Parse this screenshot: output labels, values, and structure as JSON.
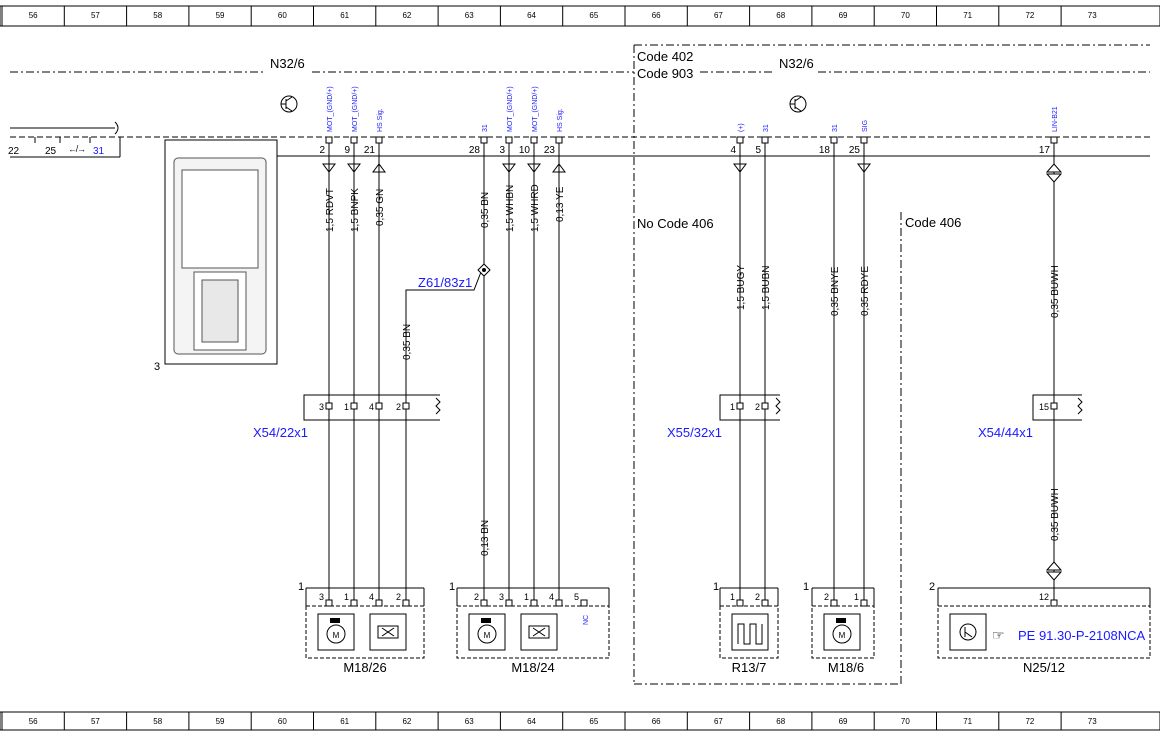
{
  "ruler": [
    "56",
    "57",
    "58",
    "59",
    "60",
    "61",
    "62",
    "63",
    "64",
    "65",
    "66",
    "67",
    "68",
    "69",
    "70",
    "71",
    "72",
    "73"
  ],
  "control_unit": "N32/6",
  "codes": {
    "code402": "Code 402",
    "code903": "Code 903",
    "no406": "No Code 406",
    "code406": "Code 406"
  },
  "left_connector": {
    "pins": [
      "22",
      "25",
      "31"
    ],
    "ref": "3"
  },
  "top_pins": [
    {
      "label": "MOT_(GND/+)",
      "pin": "2"
    },
    {
      "label": "MOT_(GND/+)",
      "pin": "9"
    },
    {
      "label": "HS Sig.",
      "pin": "21"
    },
    {
      "label": "31",
      "pin": "28"
    },
    {
      "label": "MOT_(GND/+)",
      "pin": "3"
    },
    {
      "label": "MOT_(GND/+)",
      "pin": "10"
    },
    {
      "label": "HS Sig.",
      "pin": "23"
    },
    {
      "label": "(+)",
      "pin": "4"
    },
    {
      "label": "31",
      "pin": "5"
    },
    {
      "label": "31",
      "pin": "18"
    },
    {
      "label": "SIG",
      "pin": "25"
    },
    {
      "label": "LIN-B21",
      "pin": "17"
    }
  ],
  "wires_upper": [
    "1,5 RDVT",
    "1,5 BNPK",
    "0,35 GN",
    "0,35 BN",
    "1,5 WHBN",
    "1,5 WHRD",
    "0,13 YE",
    "1,5 BUGY",
    "1,5 BUBN",
    "0,35 BNYE",
    "0,35 RDYE",
    "0,35 BUWH"
  ],
  "splice": {
    "ref": "Z61/83z1",
    "wire": "0,35 BN"
  },
  "connectors": [
    {
      "ref": "X54/22x1",
      "pins": [
        "3",
        "1",
        "4",
        "2"
      ]
    },
    {
      "ref": "X55/32x1",
      "pins": [
        "1",
        "2"
      ]
    },
    {
      "ref": "X54/44x1",
      "pins": [
        "15"
      ]
    }
  ],
  "wires_lower": [
    "0,13 BN",
    "0,35 BUWH"
  ],
  "components": [
    {
      "ref": "M18/26",
      "idx": "1",
      "pins": [
        "3",
        "1",
        "4",
        "2"
      ]
    },
    {
      "ref": "M18/24",
      "idx": "1",
      "pins": [
        "2",
        "3",
        "1",
        "4",
        "5"
      ],
      "nc": "NC"
    },
    {
      "ref": "R13/7",
      "idx": "1",
      "pins": [
        "1",
        "2"
      ]
    },
    {
      "ref": "M18/6",
      "idx": "1",
      "pins": [
        "2",
        "1"
      ]
    },
    {
      "ref": "N25/12",
      "idx": "2",
      "pins": [
        "12"
      ],
      "link": "PE 91.30-P-2108NCA"
    }
  ]
}
